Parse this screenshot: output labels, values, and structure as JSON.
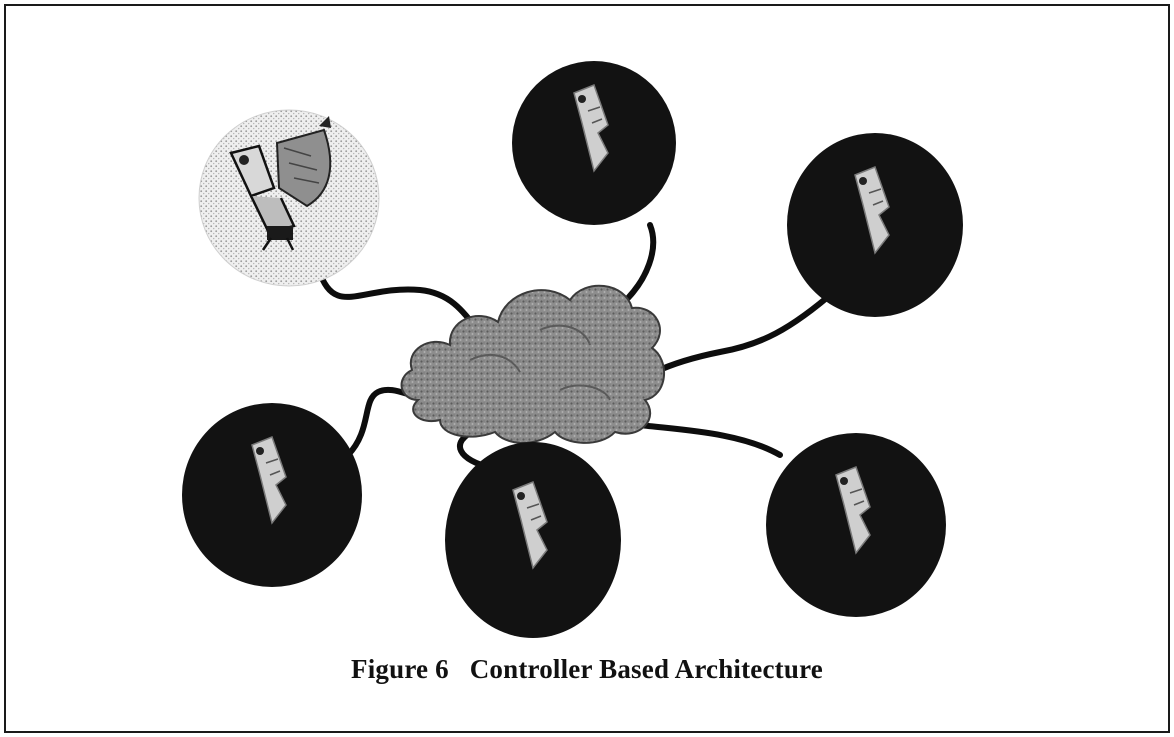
{
  "figure": {
    "caption": "Figure 6   Controller Based Architecture"
  },
  "diagram": {
    "hub": {
      "kind": "cloud",
      "color": "#8a8a8a"
    },
    "controller": {
      "kind": "controller-node",
      "icon": "controller-icon",
      "color": "#e6e6e6"
    },
    "access_points": [
      {
        "icon": "access-point-icon"
      },
      {
        "icon": "access-point-icon"
      },
      {
        "icon": "access-point-icon"
      },
      {
        "icon": "access-point-icon"
      },
      {
        "icon": "access-point-icon"
      }
    ],
    "colors": {
      "node_fill": "#121212",
      "link": "#0d0d0d",
      "frame": "#1a1a1a"
    }
  }
}
